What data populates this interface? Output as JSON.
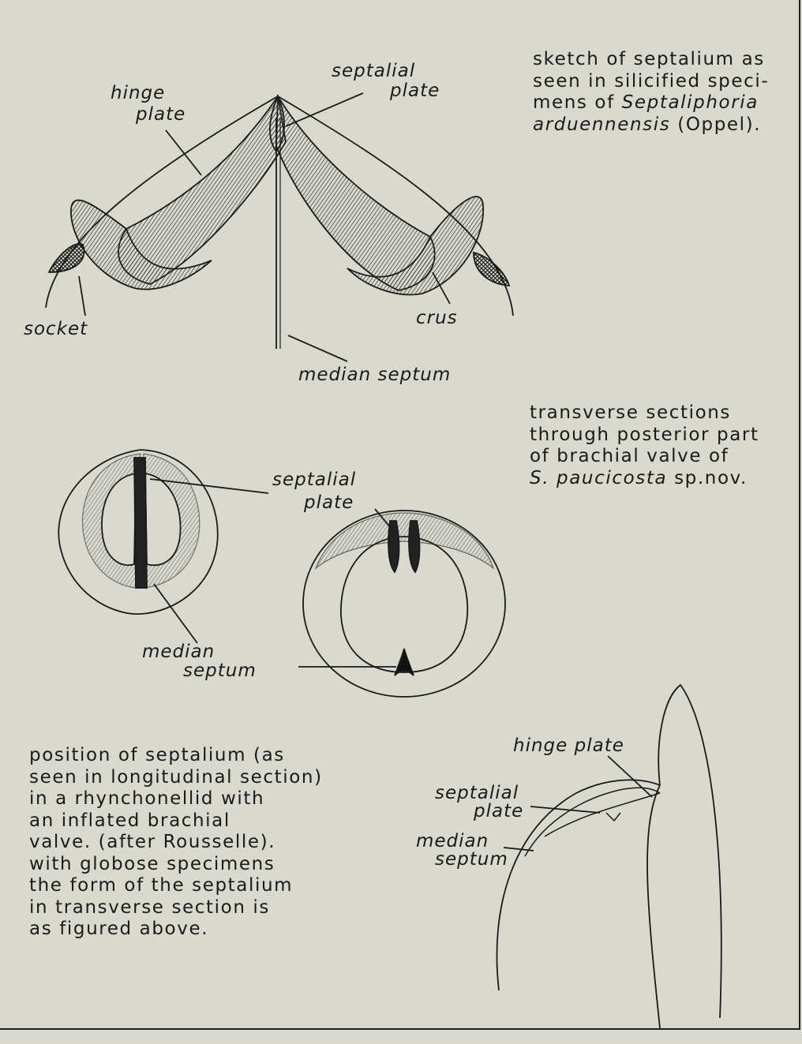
{
  "captions": {
    "top": {
      "line1": "sketch of septalium as",
      "line2": "seen in silicified speci-",
      "line3": "mens of",
      "line3_italic": "Septaliphoria",
      "line4_italic": "arduennensis",
      "line4": "(Oppel)."
    },
    "middle": {
      "line1": "transverse sections",
      "line2": "through posterior part",
      "line3": "of brachial valve of",
      "line4_italic": "S. paucicosta",
      "line4": "sp.nov."
    },
    "bottom": {
      "line1": "position of septalium (as",
      "line2": "seen in longitudinal section)",
      "line3": "in a rhynchonellid with",
      "line4": "an inflated brachial",
      "line5": "valve. (after Rousselle).",
      "line6": "with globose specimens",
      "line7": "the form of the septalium",
      "line8": "in transverse section is",
      "line9": "as figured above."
    }
  },
  "labels": {
    "fig1": {
      "hinge_plate_1": "hinge",
      "hinge_plate_2": "plate",
      "septalial_plate_1": "septalial",
      "septalial_plate_2": "plate",
      "socket": "socket",
      "crus": "crus",
      "median_septum": "median septum"
    },
    "fig2": {
      "septalial_plate_1": "septalial",
      "septalial_plate_2": "plate",
      "median_septum_1": "median",
      "median_septum_2": "septum"
    },
    "fig3": {
      "hinge_plate": "hinge plate",
      "septalial_plate_1": "septalial",
      "septalial_plate_2": "plate",
      "median_septum_1": "median",
      "median_septum_2": "septum"
    }
  },
  "colors": {
    "background": "#d9d9cf",
    "ink": "#1a1a1a",
    "shading": "#8c8c84"
  }
}
